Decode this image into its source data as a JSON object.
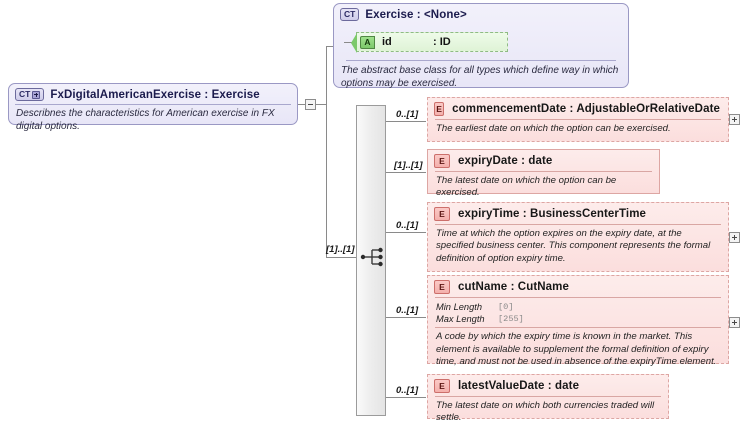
{
  "diagram": {
    "type": "xsd-schema-documentation",
    "root_element": {
      "badge": "CT",
      "badge_expander": "plus",
      "title": "FxDigitalAmericanExercise : Exercise",
      "name": "FxDigitalAmericanExercise",
      "type": "Exercise",
      "documentation": "Describnes the characteristics for American exercise in FX digital options.",
      "expander": "minus"
    },
    "base_type": {
      "badge": "CT",
      "title": "Exercise : <None>",
      "name": "Exercise",
      "type": "<None>",
      "documentation": "The abstract base class for all types which define way in which options may be exercised.",
      "attributes": [
        {
          "badge": "A",
          "name": "id",
          "type": ": ID"
        }
      ]
    },
    "model_group": {
      "icon": "sequence-icon",
      "cardinality": "[1]..[1]"
    },
    "elements": [
      {
        "badge": "E",
        "cardinality": "0..[1]",
        "occurrence": "optional",
        "name": "commencementDate",
        "type": "AdjustableOrRelativeDate",
        "title": "commencementDate : AdjustableOrRelativeDate",
        "documentation": "The earliest date on which the option can be exercised.",
        "expander": "plus",
        "facets": []
      },
      {
        "badge": "E",
        "cardinality": "[1]..[1]",
        "occurrence": "required",
        "name": "expiryDate",
        "type": "date",
        "title": "expiryDate : date",
        "documentation": "The latest date on which the option can be exercised.",
        "expander": null,
        "facets": []
      },
      {
        "badge": "E",
        "cardinality": "0..[1]",
        "occurrence": "optional",
        "name": "expiryTime",
        "type": "BusinessCenterTime",
        "title": "expiryTime : BusinessCenterTime",
        "documentation": "Time at which the option expires on the expiry date, at the specified business center. This component represents the formal definition of option expiry time.",
        "expander": "plus",
        "facets": []
      },
      {
        "badge": "E",
        "cardinality": "0..[1]",
        "occurrence": "optional",
        "name": "cutName",
        "type": "CutName",
        "title": "cutName : CutName",
        "documentation": "A code by which the expiry time is known in the market. This element is available to supplement the formal definition of expiry time, and must not be used in absence of the expiryTime element.",
        "expander": "plus",
        "facets": [
          {
            "label": "Min Length",
            "value": "[0]"
          },
          {
            "label": "Max Length",
            "value": "[255]"
          }
        ]
      },
      {
        "badge": "E",
        "cardinality": "0..[1]",
        "occurrence": "optional",
        "name": "latestValueDate",
        "type": "date",
        "title": "latestValueDate : date",
        "documentation": "The latest date on which both currencies traded will settle.",
        "expander": null,
        "facets": []
      }
    ]
  },
  "colors": {
    "complex_type_fill": "#e8e6f7",
    "complex_type_border": "#9a98c4",
    "element_fill": "#fbdedd",
    "element_border": "#dda6a3",
    "attribute_fill": "#dff3d6",
    "attribute_border": "#8fbb84",
    "connector": "#8a8a8a",
    "model_bar_fill": "#eeeeee"
  }
}
